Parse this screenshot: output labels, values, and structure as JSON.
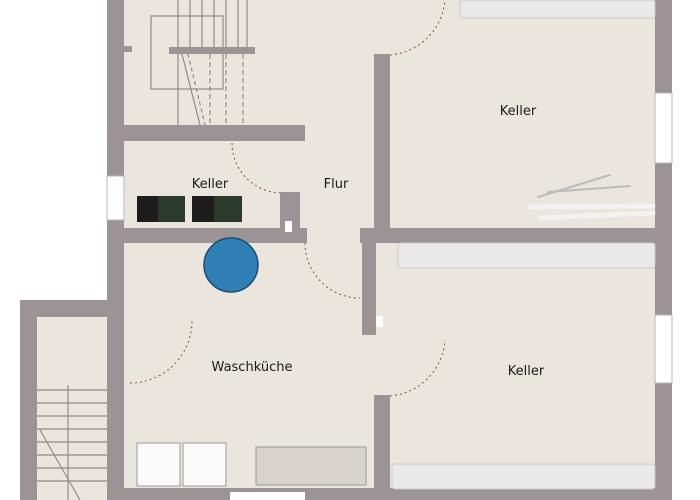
{
  "rooms": [
    {
      "label": "Keller"
    },
    {
      "label": "Keller"
    },
    {
      "label": "Flur"
    },
    {
      "label": "Waschküche"
    },
    {
      "label": "Keller"
    }
  ],
  "colors": {
    "wall": "#9c9396",
    "floor": "#ebe6dd",
    "boiler": "#2f7fb5"
  }
}
